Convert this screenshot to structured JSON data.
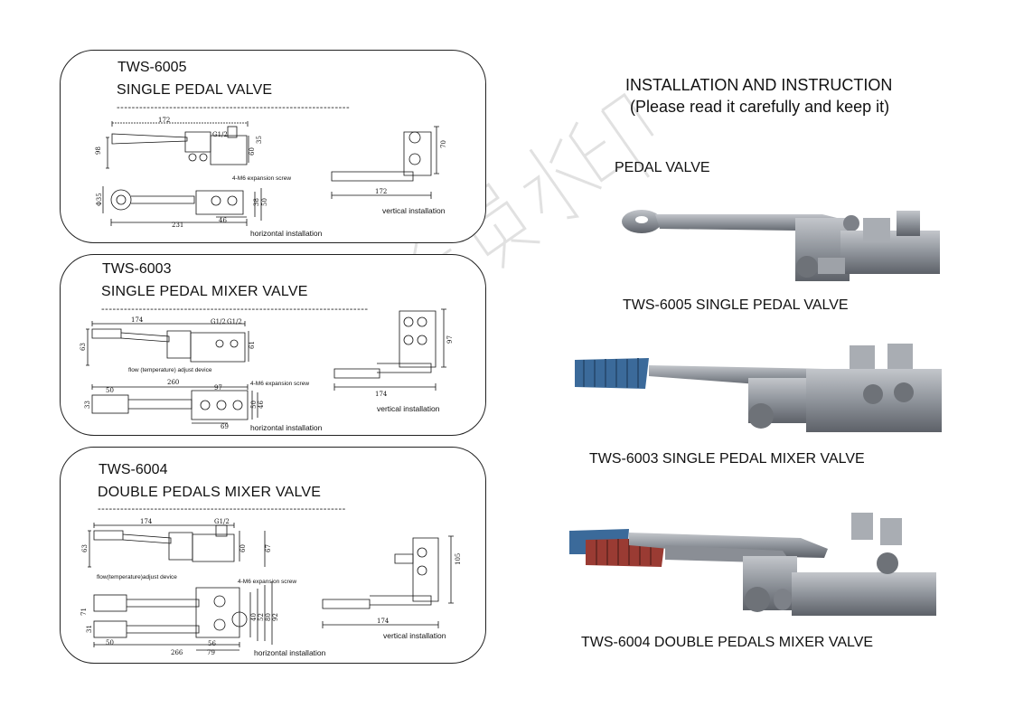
{
  "panels": [
    {
      "code": "TWS-6005",
      "name": "SINGLE PEDAL VALVE",
      "dashes": "--------------------------------------------------------------",
      "dims": [
        "172",
        "G1/2",
        "98",
        "60",
        "35",
        "4-M6 expansion screw",
        "Φ35",
        "38",
        "50",
        "46",
        "231",
        "172",
        "70"
      ],
      "horizontal": "horizontal installation",
      "vertical": "vertical installation"
    },
    {
      "code": "TWS-6003",
      "name": "SINGLE PEDAL MIXER VALVE",
      "dashes": "-----------------------------------------------------------------------",
      "dims": [
        "174",
        "G1/2",
        "G1/2",
        "63",
        "61",
        "flow (temperature) adjust device",
        "260",
        "4-M6 expansion screw",
        "97",
        "50",
        "33",
        "50",
        "46",
        "69",
        "97",
        "174"
      ],
      "horizontal": "horizontal installation",
      "vertical": "vertical installation"
    },
    {
      "code": "TWS-6004",
      "name": "DOUBLE PEDALS MIXER VALVE",
      "dashes": "------------------------------------------------------------------",
      "dims": [
        "174",
        "G1/2",
        "63",
        "60",
        "67",
        "flow(temperature)adjust device",
        "4-M6 expansion screw",
        "71",
        "31",
        "50",
        "266",
        "56",
        "79",
        "40",
        "52",
        "80",
        "92",
        "105",
        "174"
      ],
      "horizontal": "horizontal installation",
      "vertical": "vertical installation"
    }
  ],
  "header": {
    "line1": "INSTALLATION AND INSTRUCTION",
    "line2": "(Please read it carefully and keep it)",
    "section": "PEDAL VALVE"
  },
  "captions": [
    "TWS-6005 SINGLE PEDAL VALVE",
    "TWS-6003 SINGLE PEDAL MIXER VALVE",
    "TWS-6004 DOUBLE PEDALS MIXER VALVE"
  ],
  "watermark": "非会员水印",
  "colors": {
    "metal": "#8f949b",
    "metal_dark": "#5d6168",
    "metal_light": "#c3c6cb",
    "pedal_blue": "#3b6a9a",
    "pedal_red": "#9a3b33"
  }
}
